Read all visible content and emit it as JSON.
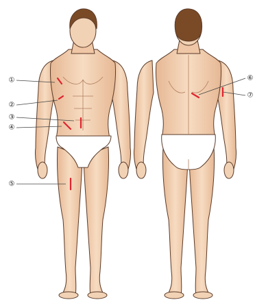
{
  "figures": [
    {
      "name": "front-body-figure",
      "view": "front"
    },
    {
      "name": "back-body-figure",
      "view": "back"
    }
  ],
  "callouts": [
    {
      "label": "①",
      "marker": "right-chest-mark"
    },
    {
      "label": "②",
      "marker": "lower-rib-mark"
    },
    {
      "label": "③",
      "marker": "upper-abdomen-mark"
    },
    {
      "label": "④",
      "marker": "lower-abdomen-mark"
    },
    {
      "label": "⑤",
      "marker": "thigh-mark"
    },
    {
      "label": "⑥",
      "marker": "scapula-mark"
    },
    {
      "label": "⑦",
      "marker": "upper-arm-mark"
    }
  ],
  "colors": {
    "skin": "#f2d2b5",
    "skin_shadow": "#d9a883",
    "outline": "#5a3a28",
    "hair": "#7a4a26",
    "underwear": "#ffffff",
    "marker": "#e0232e",
    "callout_line": "#444444"
  }
}
